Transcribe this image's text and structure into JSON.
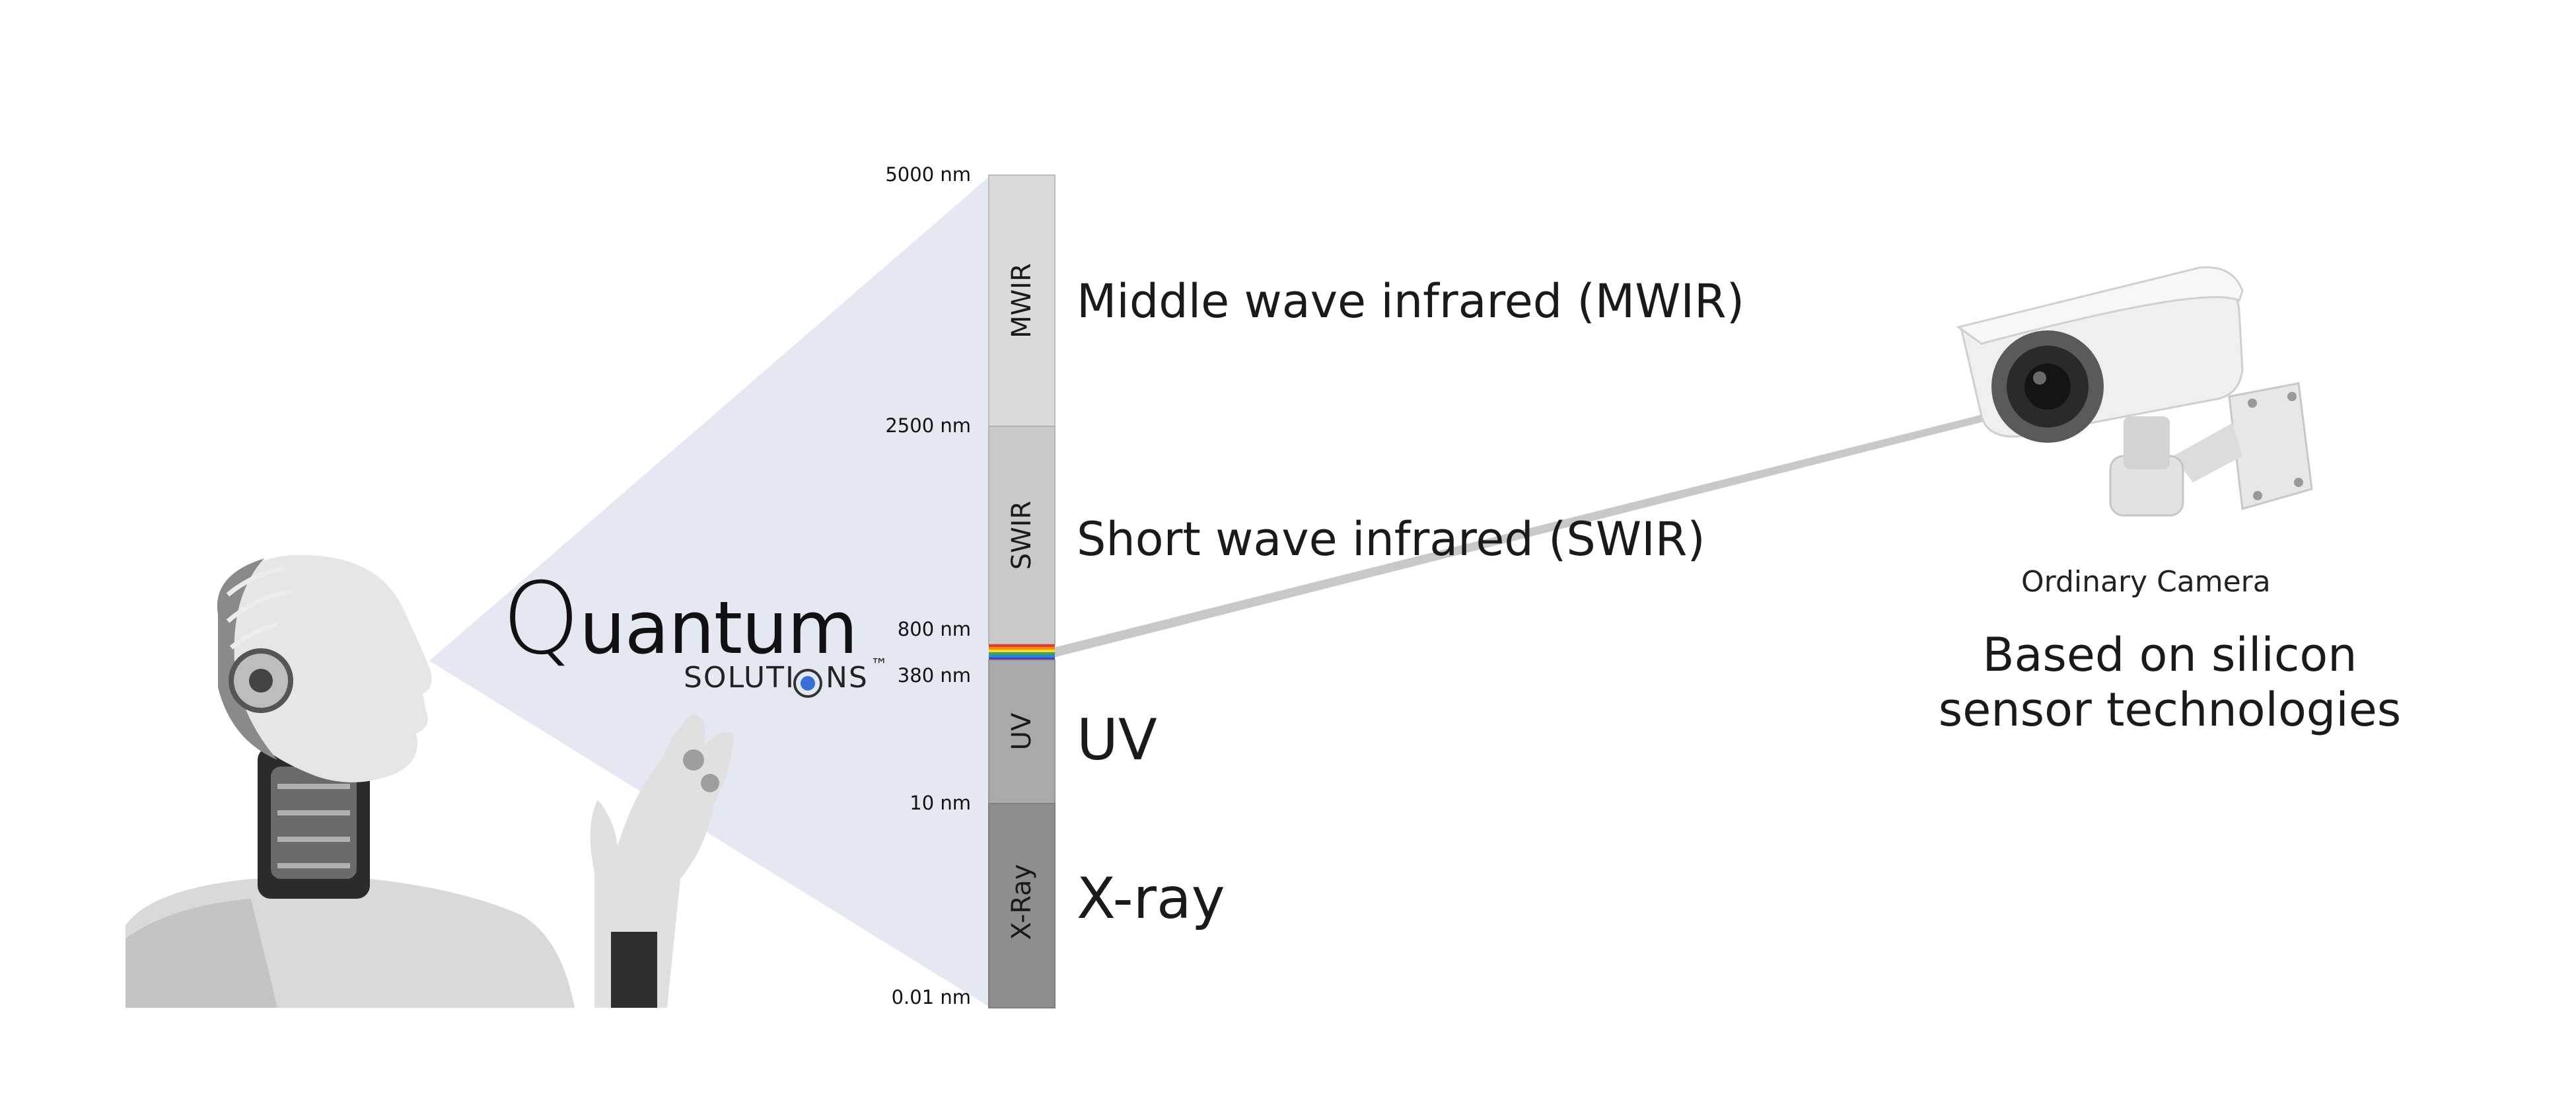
{
  "spectrum": {
    "ticks": [
      {
        "label": "5000 nm"
      },
      {
        "label": "2500 nm"
      },
      {
        "label": "800 nm"
      },
      {
        "label": "380 nm"
      },
      {
        "label": "10 nm"
      },
      {
        "label": "0.01 nm"
      }
    ],
    "bands": [
      {
        "short": "MWIR",
        "long": "Middle wave infrared (MWIR)",
        "color": "#dadada"
      },
      {
        "short": "SWIR",
        "long": "Short wave infrared (SWIR)",
        "color": "#c9c9c9"
      },
      {
        "short": "UV",
        "long": "UV",
        "color": "#a9a9a9"
      },
      {
        "short": "X-Ray",
        "long": "X-ray",
        "color": "#8e8e8e"
      }
    ],
    "visible_colors": [
      "#e53935",
      "#fb8c00",
      "#fdd835",
      "#43a047",
      "#1e88e5",
      "#5e35b1"
    ]
  },
  "logo": {
    "q": "Q",
    "main_rest": "uantum",
    "sub_left": "SOLUTI",
    "sub_right": "NS",
    "tm": "™",
    "accent_color": "#3b6fd8"
  },
  "camera": {
    "title": "Ordinary Camera",
    "description": "Based on silicon sensor technologies"
  },
  "colors": {
    "cone": "#e3e8f3",
    "beam": "#c8c8c8"
  }
}
